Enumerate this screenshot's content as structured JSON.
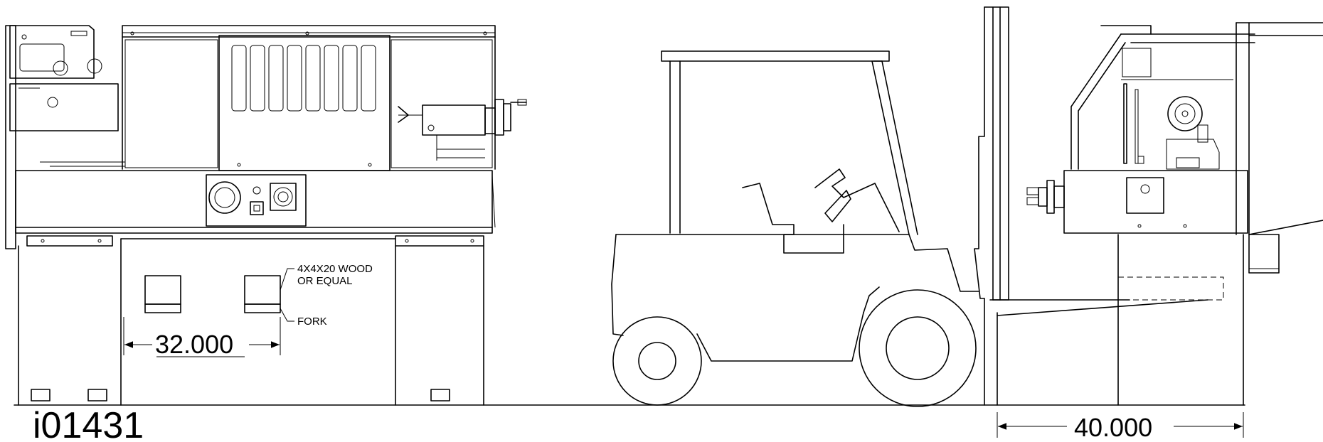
{
  "figure_id": "i01431",
  "callouts": {
    "wood_line1": "4X4X20 WOOD",
    "wood_line2": "OR EQUAL",
    "fork": "FORK"
  },
  "dimensions": {
    "block_spacing": "32.000",
    "fork_length": "40.000"
  },
  "colors": {
    "line": "#000000",
    "background": "#ffffff"
  },
  "icons": [
    "lathe-front-view",
    "forklift",
    "lathe-side-view",
    "wood-block",
    "dimension-arrow"
  ]
}
